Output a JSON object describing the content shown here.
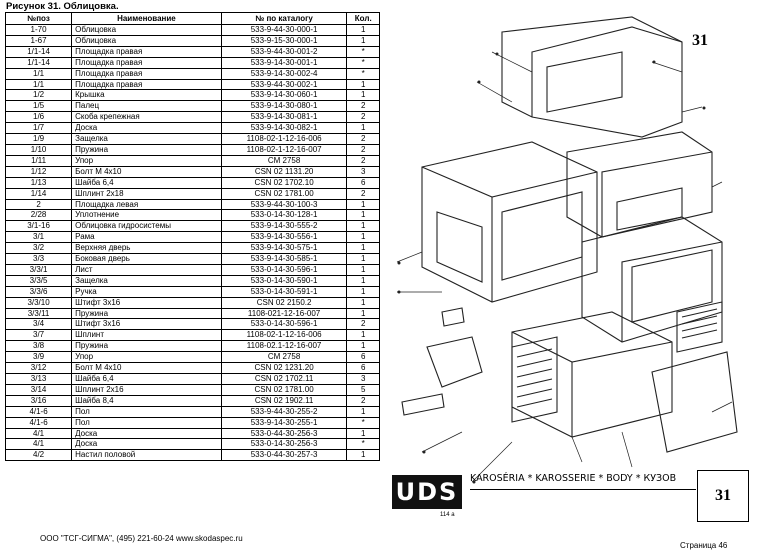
{
  "figure_title": "Рисунок 31.   Облицовка.",
  "table": {
    "headers": [
      "№поз",
      "Наименование",
      "№ по каталогу",
      "Кол."
    ],
    "rows": [
      [
        "1-70",
        "Облицовка",
        "533-9-44-30-000-1",
        "1"
      ],
      [
        "1-67",
        "Облицовка",
        "533-9-15-30-000-1",
        "1"
      ],
      [
        "1/1-14",
        "Площадка правая",
        "533-9-44-30-001-2",
        "*"
      ],
      [
        "1/1-14",
        "Площадка правая",
        "533-9-14-30-001-1",
        "*"
      ],
      [
        "1/1",
        "Площадка правая",
        "533-9-14-30-002-4",
        "*"
      ],
      [
        "1/1",
        "Площадка правая",
        "533-9-44-30-002-1",
        "1"
      ],
      [
        "1/2",
        "Крышка",
        "533-9-14-30-060-1",
        "1"
      ],
      [
        "1/5",
        "Палец",
        "533-9-14-30-080-1",
        "2"
      ],
      [
        "1/6",
        "Скоба крепежная",
        "533-9-14-30-081-1",
        "2"
      ],
      [
        "1/7",
        "Доска",
        "533-9-14-30-082-1",
        "1"
      ],
      [
        "1/9",
        "Защелка",
        "1108-02-1-12-16-006",
        "2"
      ],
      [
        "1/10",
        "Пружина",
        "1108-02-1-12-16-007",
        "2"
      ],
      [
        "1/11",
        "Упор",
        "CM   2758",
        "2"
      ],
      [
        "1/12",
        "Болт М 4х10",
        "CSN 02 1131.20",
        "3"
      ],
      [
        "1/13",
        "Шайба 6,4",
        "CSN 02 1702.10",
        "6"
      ],
      [
        "1/14",
        "Шплинт 2х18",
        "CSN 02 1781.00",
        "2"
      ],
      [
        "2",
        "Площадка левая",
        "533-9-44-30-100-3",
        "1"
      ],
      [
        "2/28",
        "Уплотнение",
        "533-0-14-30-128-1",
        "1"
      ],
      [
        "3/1-16",
        "Облицовка гидросистемы",
        "533-9-14-30-555-2",
        "1"
      ],
      [
        "3/1",
        "Рама",
        "533-9-14-30-556-1",
        "1"
      ],
      [
        "3/2",
        "Верхняя дверь",
        "533-9-14-30-575-1",
        "1"
      ],
      [
        "3/3",
        "Боковая дверь",
        "533-9-14-30-585-1",
        "1"
      ],
      [
        "3/3/1",
        "Лист",
        "533-0-14-30-596-1",
        "1"
      ],
      [
        "3/3/5",
        "Защелка",
        "533-0-14-30-590-1",
        "1"
      ],
      [
        "3/3/6",
        "Ручка",
        "533-0-14-30-591-1",
        "1"
      ],
      [
        "3/3/10",
        "Штифт 3х16",
        "CSN 02 2150.2",
        "1"
      ],
      [
        "3/3/11",
        "Пружина",
        "1108-021-12-16-007",
        "1"
      ],
      [
        "3/4",
        "Штифт 3х16",
        "533-0-14-30-596-1",
        "2"
      ],
      [
        "3/7",
        "Шплинт",
        "1108-02-1-12-16-006",
        "1"
      ],
      [
        "3/8",
        "Пружина",
        "1108-02.1-12-16-007",
        "1"
      ],
      [
        "3/9",
        "Упор",
        "CM 2758",
        "6"
      ],
      [
        "3/12",
        "Болт М 4х10",
        "CSN 02 1231.20",
        "6"
      ],
      [
        "3/13",
        "Шайба 6,4",
        "CSN 02 1702.11",
        "3"
      ],
      [
        "3/14",
        "Шплинт 2х16",
        "CSN 02 1781.00",
        "5"
      ],
      [
        "3/16",
        "Шайба 8,4",
        "CSN 02 1902.11",
        "2"
      ],
      [
        "4/1-6",
        "Пол",
        "533-9-44-30-255-2",
        "1"
      ],
      [
        "4/1-6",
        "Пол",
        "533-9-14-30-255-1",
        "*"
      ],
      [
        "4/1",
        "Доска",
        "533-0-44-30-256-3",
        "1"
      ],
      [
        "4/1",
        "Доска",
        "533-0-14-30-256-3",
        "*"
      ],
      [
        "4/2",
        "Настил половой",
        "533-0-44-30-257-3",
        "1"
      ]
    ]
  },
  "diagram": {
    "page_number": "31",
    "title_band": "KAROSÉRIA * KAROSSERIE * BODY * КУЗОВ",
    "brand": "UDS",
    "brand_sub": "114 a",
    "diagram_number": "31"
  },
  "footer": {
    "left": "ООО \"ТСГ-СИГМА\", (495) 221-60-24 www.skodaspec.ru",
    "right": "Страница 46"
  }
}
